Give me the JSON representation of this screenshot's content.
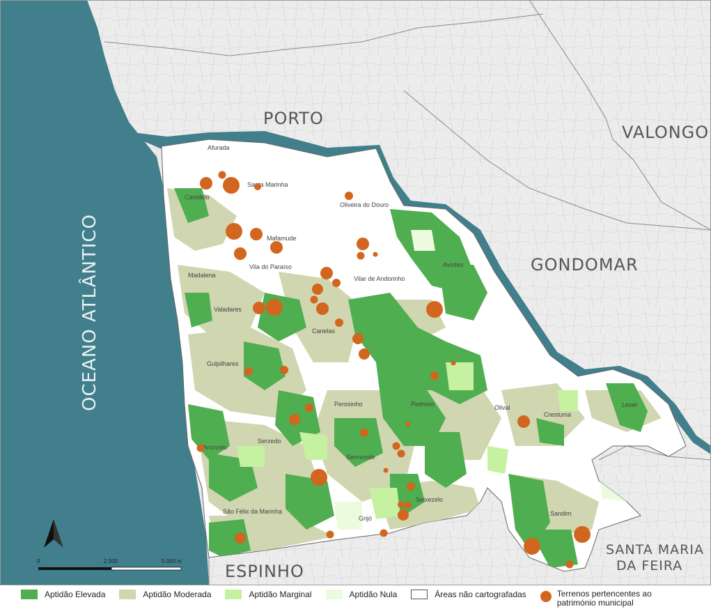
{
  "regions": {
    "porto": "PORTO",
    "valongo": "VALONGO",
    "gondomar": "GONDOMAR",
    "santa_maria_1": "SANTA MARIA",
    "santa_maria_2": "DA FEIRA",
    "espinho": "ESPINHO",
    "ocean": "OCEANO ATLÂNTICO"
  },
  "places": [
    "Afurada",
    "Santa Marinha",
    "Canidelo",
    "Oliveira do Douro",
    "Mafamude",
    "Vila do Paraíso",
    "Madalena",
    "Vilar de Andorinho",
    "Avintes",
    "Valadares",
    "Canelas",
    "Gulpilhares",
    "Perosinho",
    "Pedroso",
    "Olival",
    "Crestuma",
    "Lever",
    "Arcozelo",
    "Serzedo",
    "Sermonde",
    "Seixezelo",
    "Sandim",
    "São Félix da Marinha",
    "Grijó"
  ],
  "scale": {
    "start": "0",
    "mid": "2.500",
    "end": "5.000 m"
  },
  "legend": {
    "elevada": "Aptidão Elevada",
    "moderada": "Aptidão Moderada",
    "marginal": "Aptidão Marginal",
    "nula": "Aptidão Nula",
    "nao_cart": "Áreas não cartografadas",
    "terrenos_1": "Terrenos pertencentes ao",
    "terrenos_2": "património municipal"
  },
  "colors": {
    "ocean": "#417f8c",
    "elevada": "#4fae4f",
    "moderada": "#cfd6b0",
    "marginal": "#c6f1a0",
    "nula": "#ecfbde",
    "nao_cart": "#ffffff",
    "terrenos": "#d2661e",
    "background": "#ececec"
  },
  "icons": {
    "north_arrow": "north-arrow-icon"
  }
}
